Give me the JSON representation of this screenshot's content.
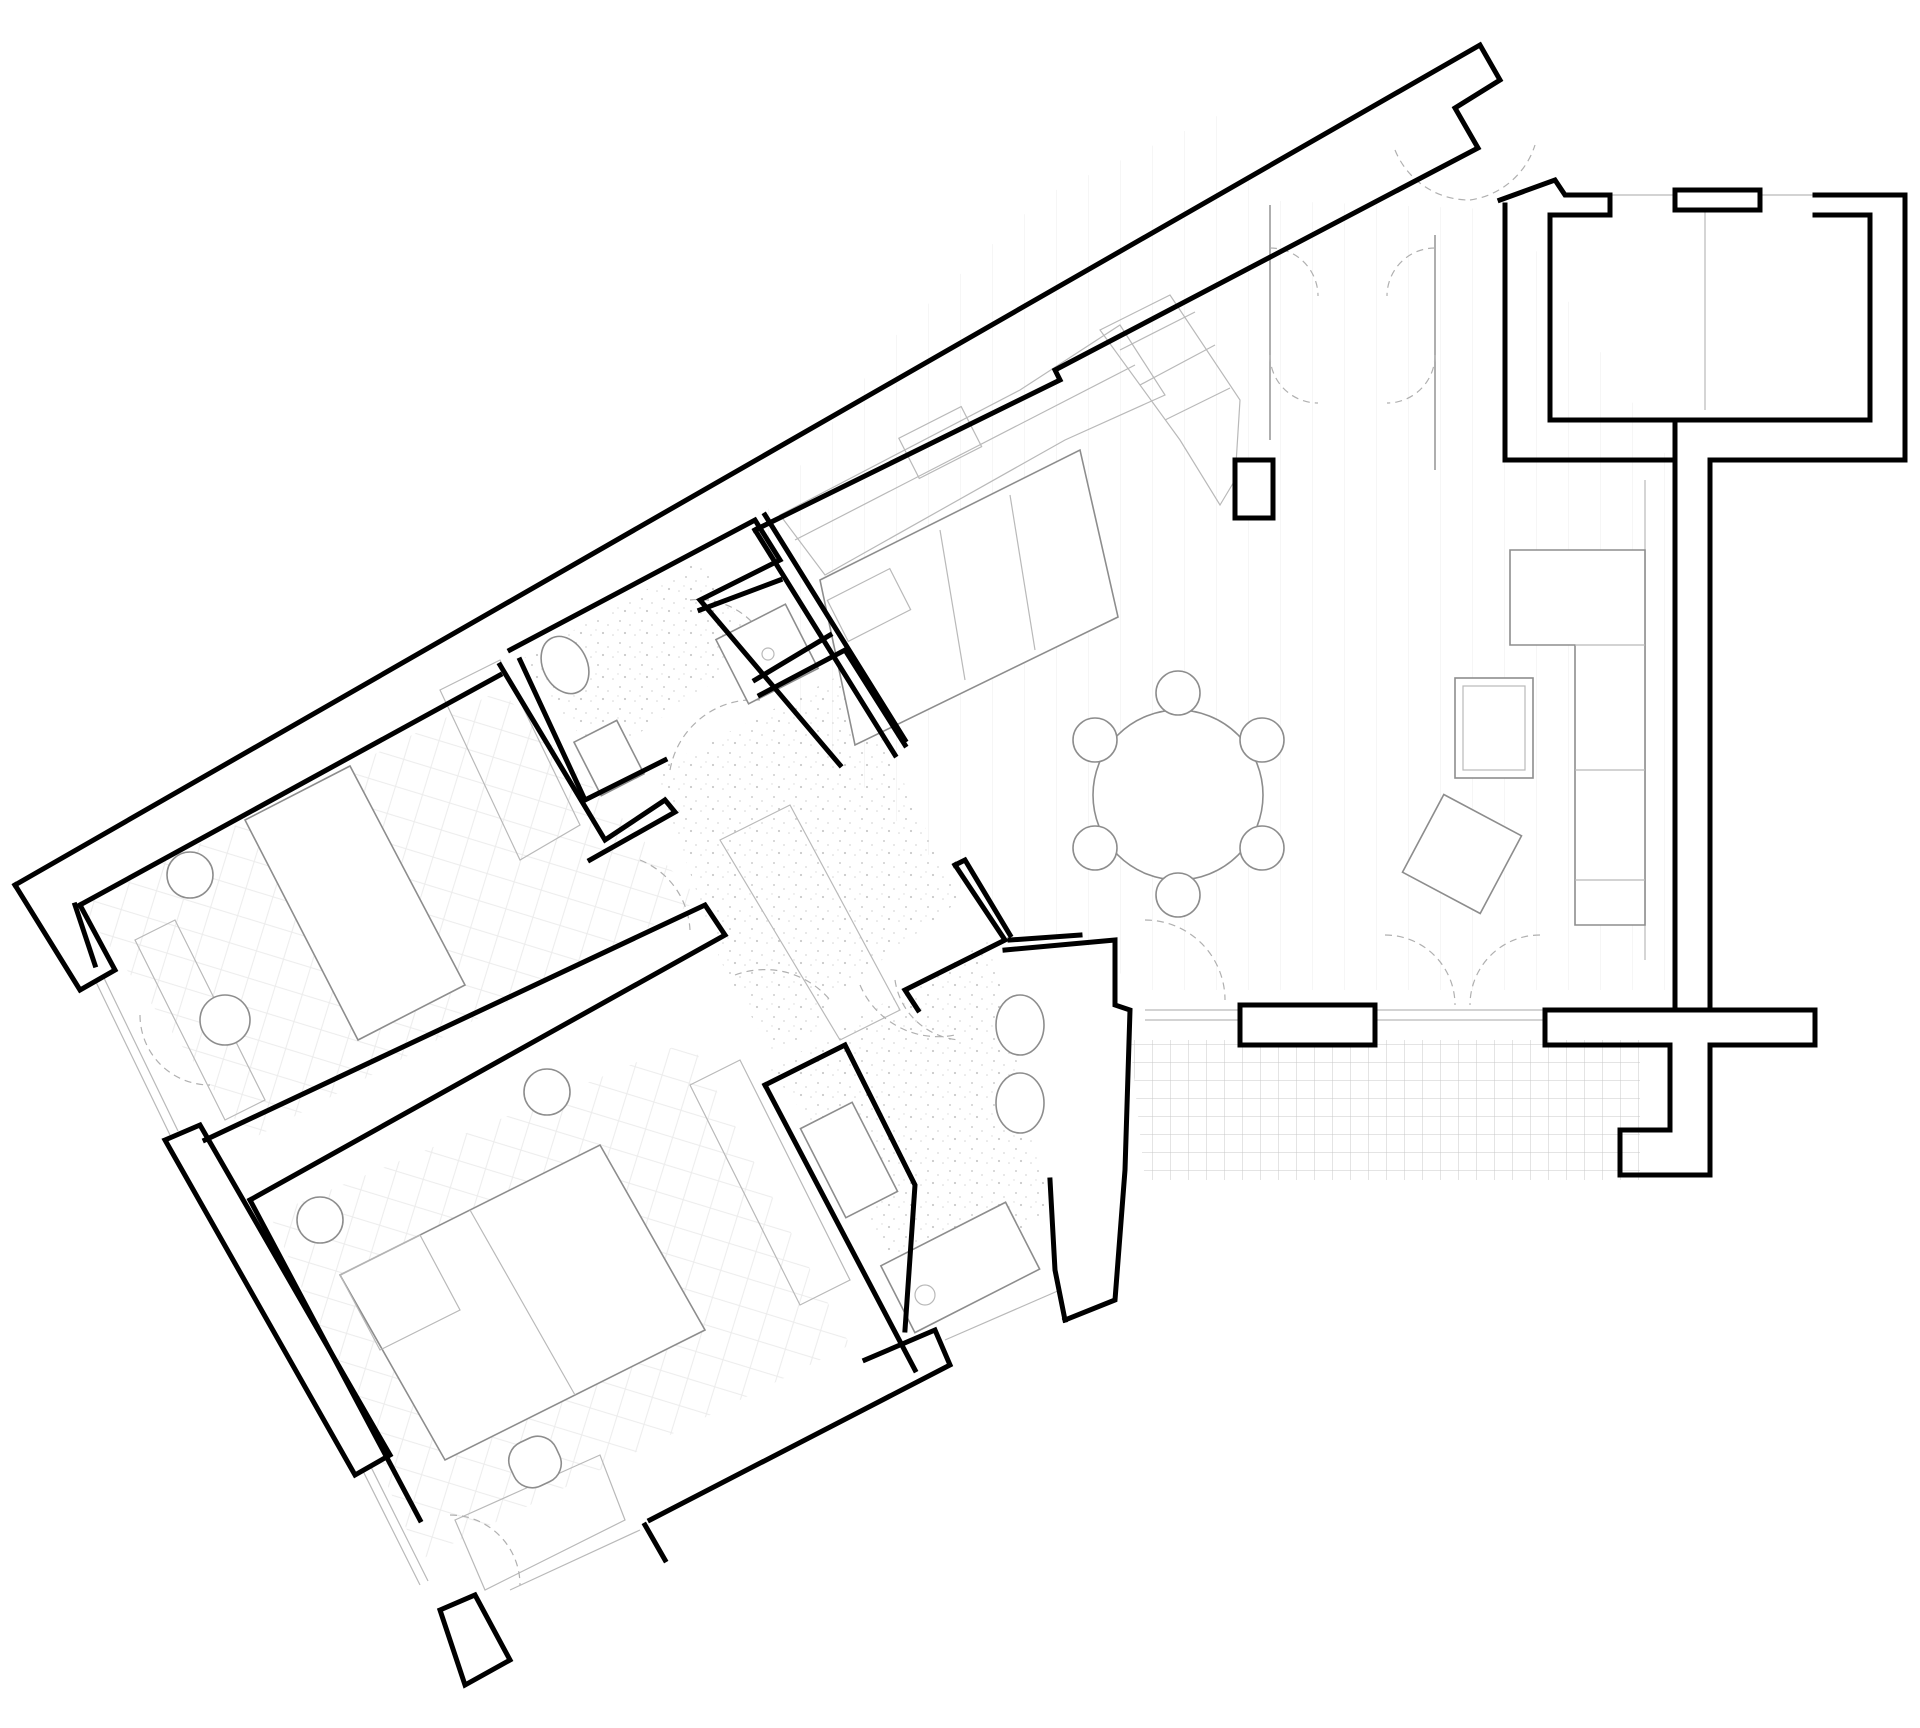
{
  "drawing": {
    "type": "architectural-floor-plan",
    "labels": [],
    "colors": {
      "walls": "#000000",
      "background": "#ffffff",
      "linework": "#b9b9b9",
      "furniture": "#8d8d8d"
    },
    "rooms": [
      "bedroom-single",
      "bedroom-double",
      "bathroom-small",
      "bathroom-main",
      "hallway",
      "kitchen",
      "living-dining",
      "balcony",
      "terrace"
    ]
  }
}
